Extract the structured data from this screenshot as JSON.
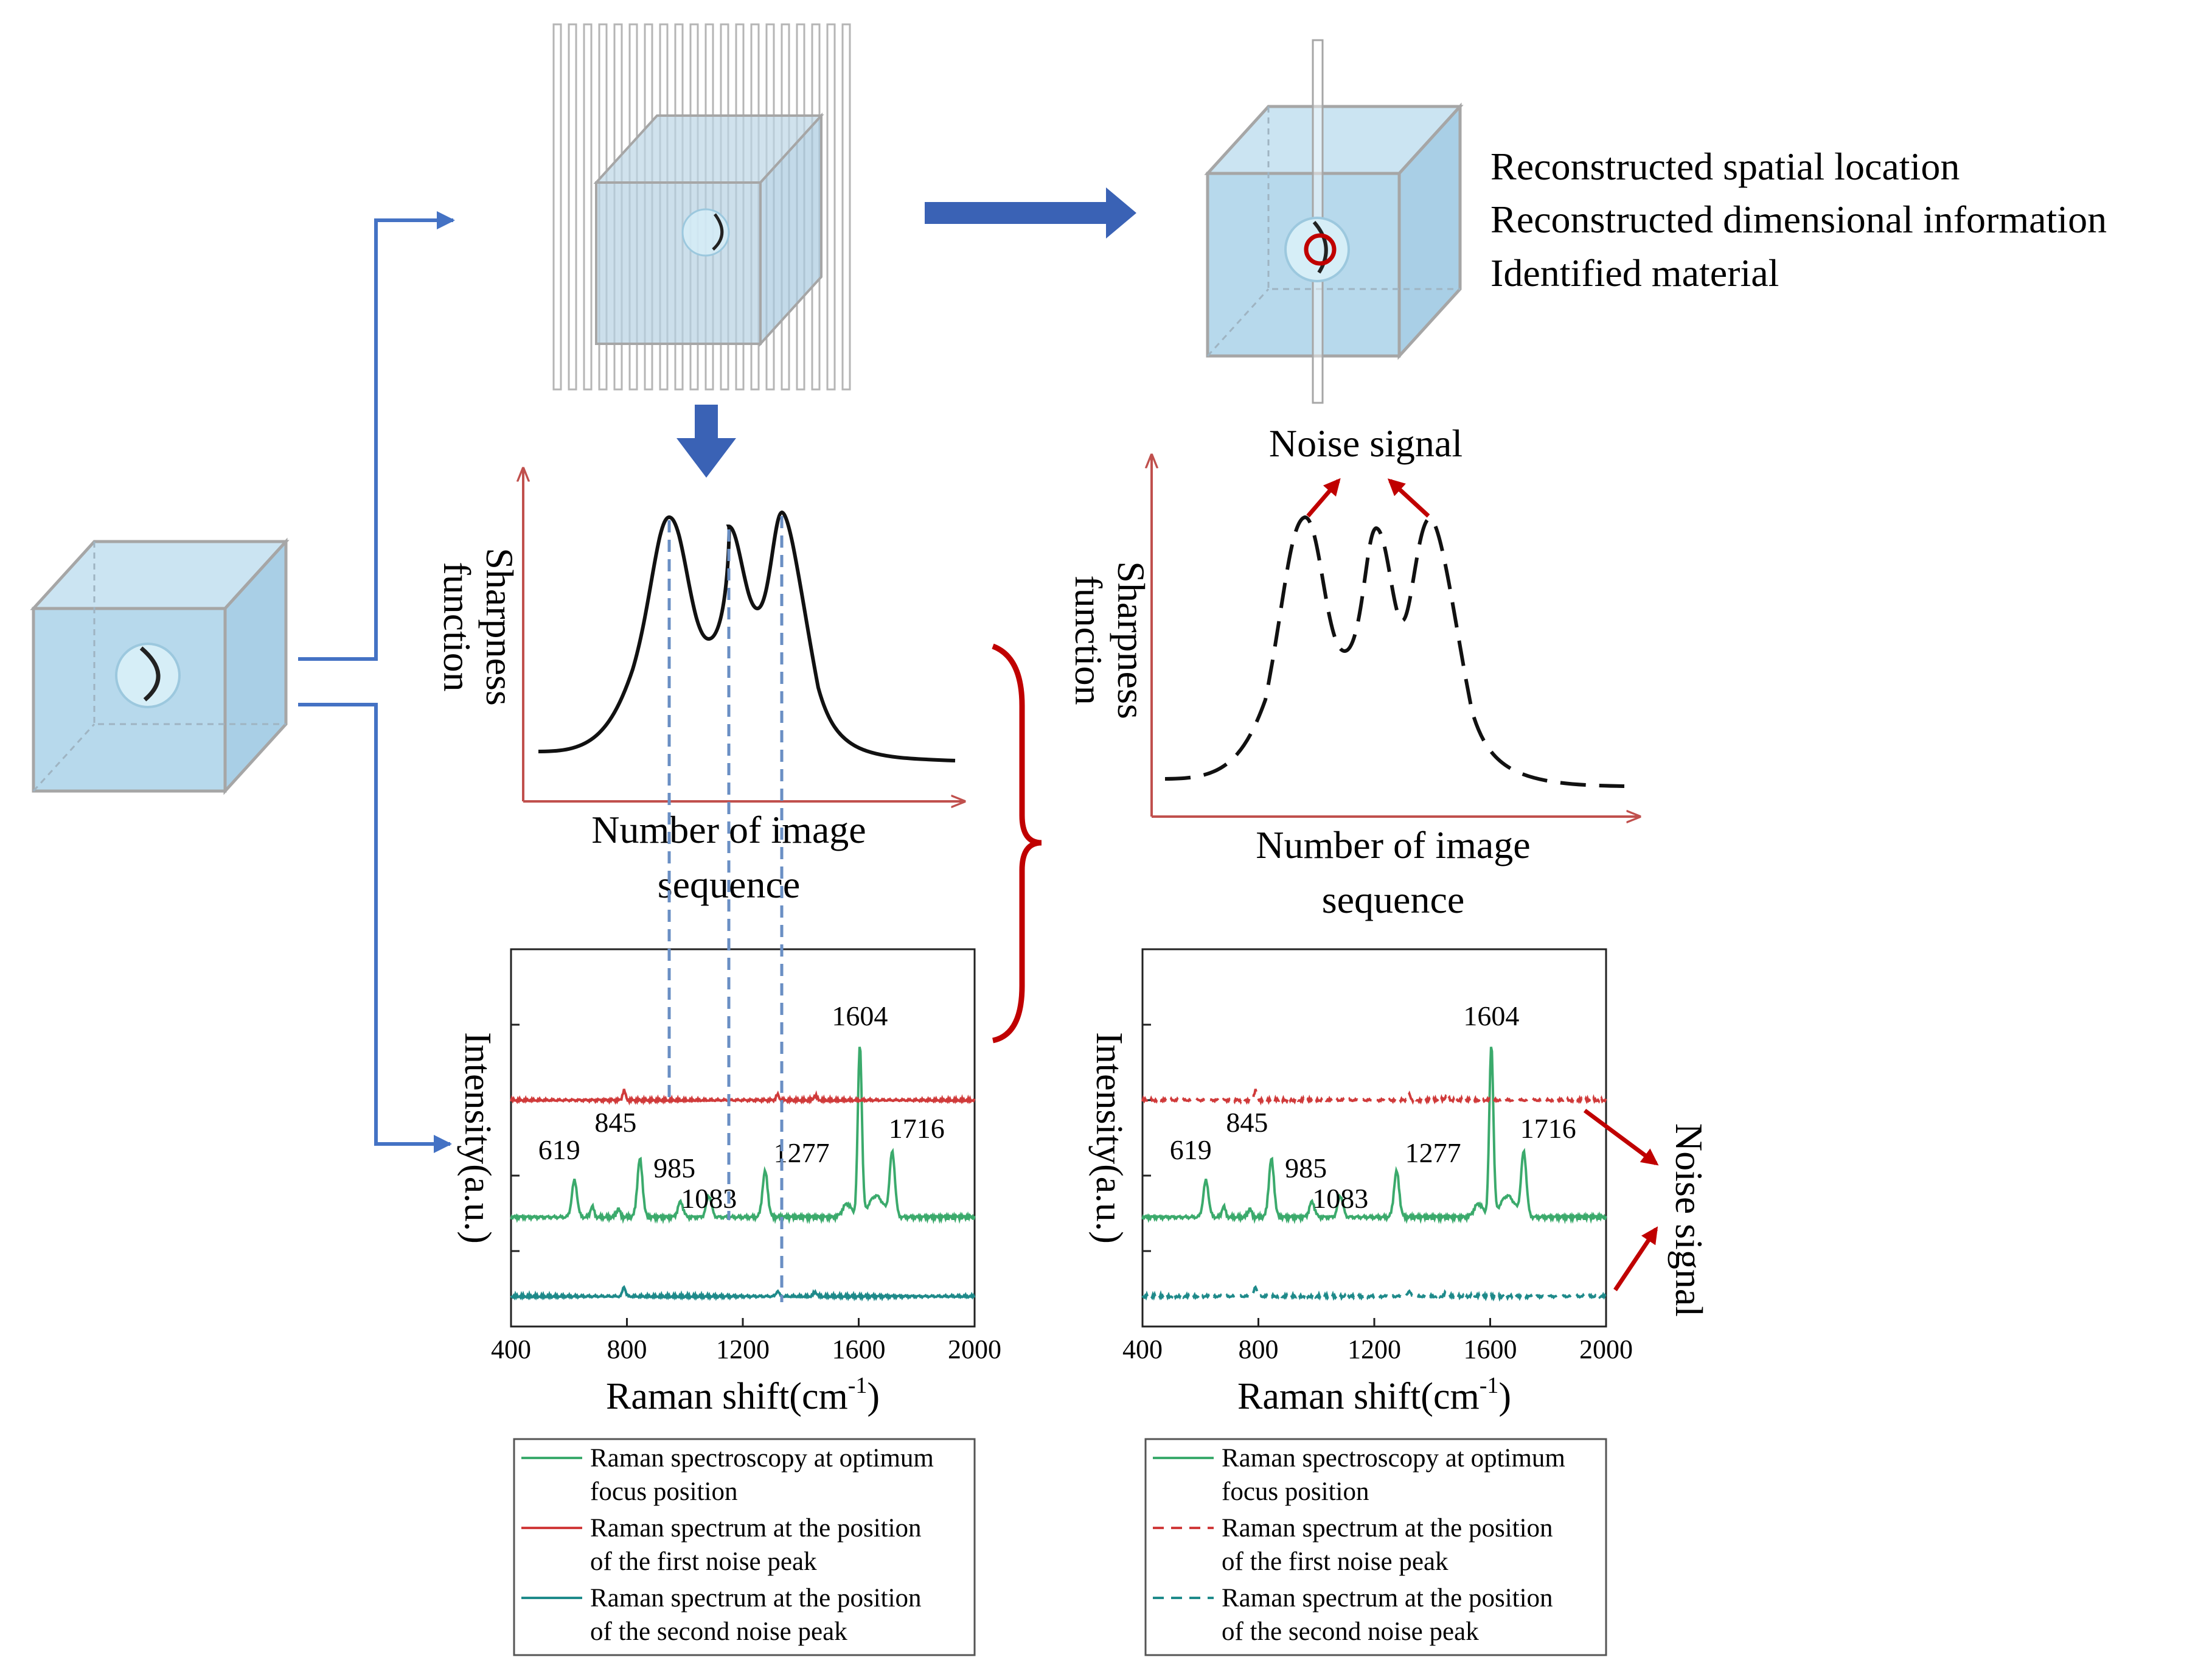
{
  "colors": {
    "flow_arrow": "#4472C4",
    "thick_arrow": "#3A62B5",
    "axis_red": "#C0504D",
    "noise_arrow": "#C00000",
    "bracket": "#C00000",
    "cube_fill": "#B7D9EC",
    "cube_edge": "#A6A6A6",
    "spectrum_green": "#3BAA6C",
    "spectrum_red": "#D03A3A",
    "spectrum_teal": "#1E8A8A",
    "guide_dash": "#6A8FC4",
    "focus_circle": "#C00000"
  },
  "info_lines": [
    "Reconstructed spatial location",
    "Reconstructed dimensional information",
    "Identified material"
  ],
  "noise_signal_top": "Noise signal",
  "noise_signal_side": "Noise signal",
  "plot_left": {
    "ylabel_line1": "Sharpness",
    "ylabel_line2": "function",
    "xlabel_line1": "Number of image",
    "xlabel_line2": "sequence"
  },
  "plot_right": {
    "ylabel_line1": "Sharpness",
    "ylabel_line2": "function",
    "xlabel_line1": "Number of image",
    "xlabel_line2": "sequence"
  },
  "chart_data": [
    {
      "type": "line",
      "name": "spectrum-left",
      "xlabel": "Raman shift(cm",
      "xlabel_sup": "-1",
      "xlabel_close": ")",
      "ylabel": "Intensity(a.u.)",
      "xlim": [
        400,
        2000
      ],
      "xticks": [
        "400",
        "800",
        "1200",
        "1600",
        "2000"
      ],
      "peaks": [
        {
          "x": 619,
          "label": "619"
        },
        {
          "x": 845,
          "label": "845"
        },
        {
          "x": 985,
          "label": "985"
        },
        {
          "x": 1083,
          "label": "1083"
        },
        {
          "x": 1277,
          "label": "1277"
        },
        {
          "x": 1604,
          "label": "1604"
        },
        {
          "x": 1716,
          "label": "1716"
        }
      ],
      "series": [
        {
          "role": "optimum",
          "style": "solid"
        },
        {
          "role": "noise-first",
          "style": "solid"
        },
        {
          "role": "noise-second",
          "style": "solid"
        }
      ],
      "legend": [
        {
          "line1": "Raman spectroscopy at optimum",
          "line2": "focus position"
        },
        {
          "line1": "Raman spectrum at the position",
          "line2": "of the first noise peak"
        },
        {
          "line1": "Raman spectrum at the position",
          "line2": "of the second noise peak"
        }
      ]
    },
    {
      "type": "line",
      "name": "spectrum-right",
      "xlabel": "Raman shift(cm",
      "xlabel_sup": "-1",
      "xlabel_close": ")",
      "ylabel": "Intensity(a.u.)",
      "xlim": [
        400,
        2000
      ],
      "xticks": [
        "400",
        "800",
        "1200",
        "1600",
        "2000"
      ],
      "peaks": [
        {
          "x": 619,
          "label": "619"
        },
        {
          "x": 845,
          "label": "845"
        },
        {
          "x": 985,
          "label": "985"
        },
        {
          "x": 1083,
          "label": "1083"
        },
        {
          "x": 1277,
          "label": "1277"
        },
        {
          "x": 1604,
          "label": "1604"
        },
        {
          "x": 1716,
          "label": "1716"
        }
      ],
      "series": [
        {
          "role": "optimum",
          "style": "solid"
        },
        {
          "role": "noise-first",
          "style": "dashed"
        },
        {
          "role": "noise-second",
          "style": "dashed"
        }
      ],
      "legend": [
        {
          "line1": "Raman spectroscopy at optimum",
          "line2": "focus position"
        },
        {
          "line1": "Raman spectrum at the position",
          "line2": "of the first noise peak"
        },
        {
          "line1": "Raman spectrum at the position",
          "line2": "of the second noise peak"
        }
      ]
    }
  ]
}
